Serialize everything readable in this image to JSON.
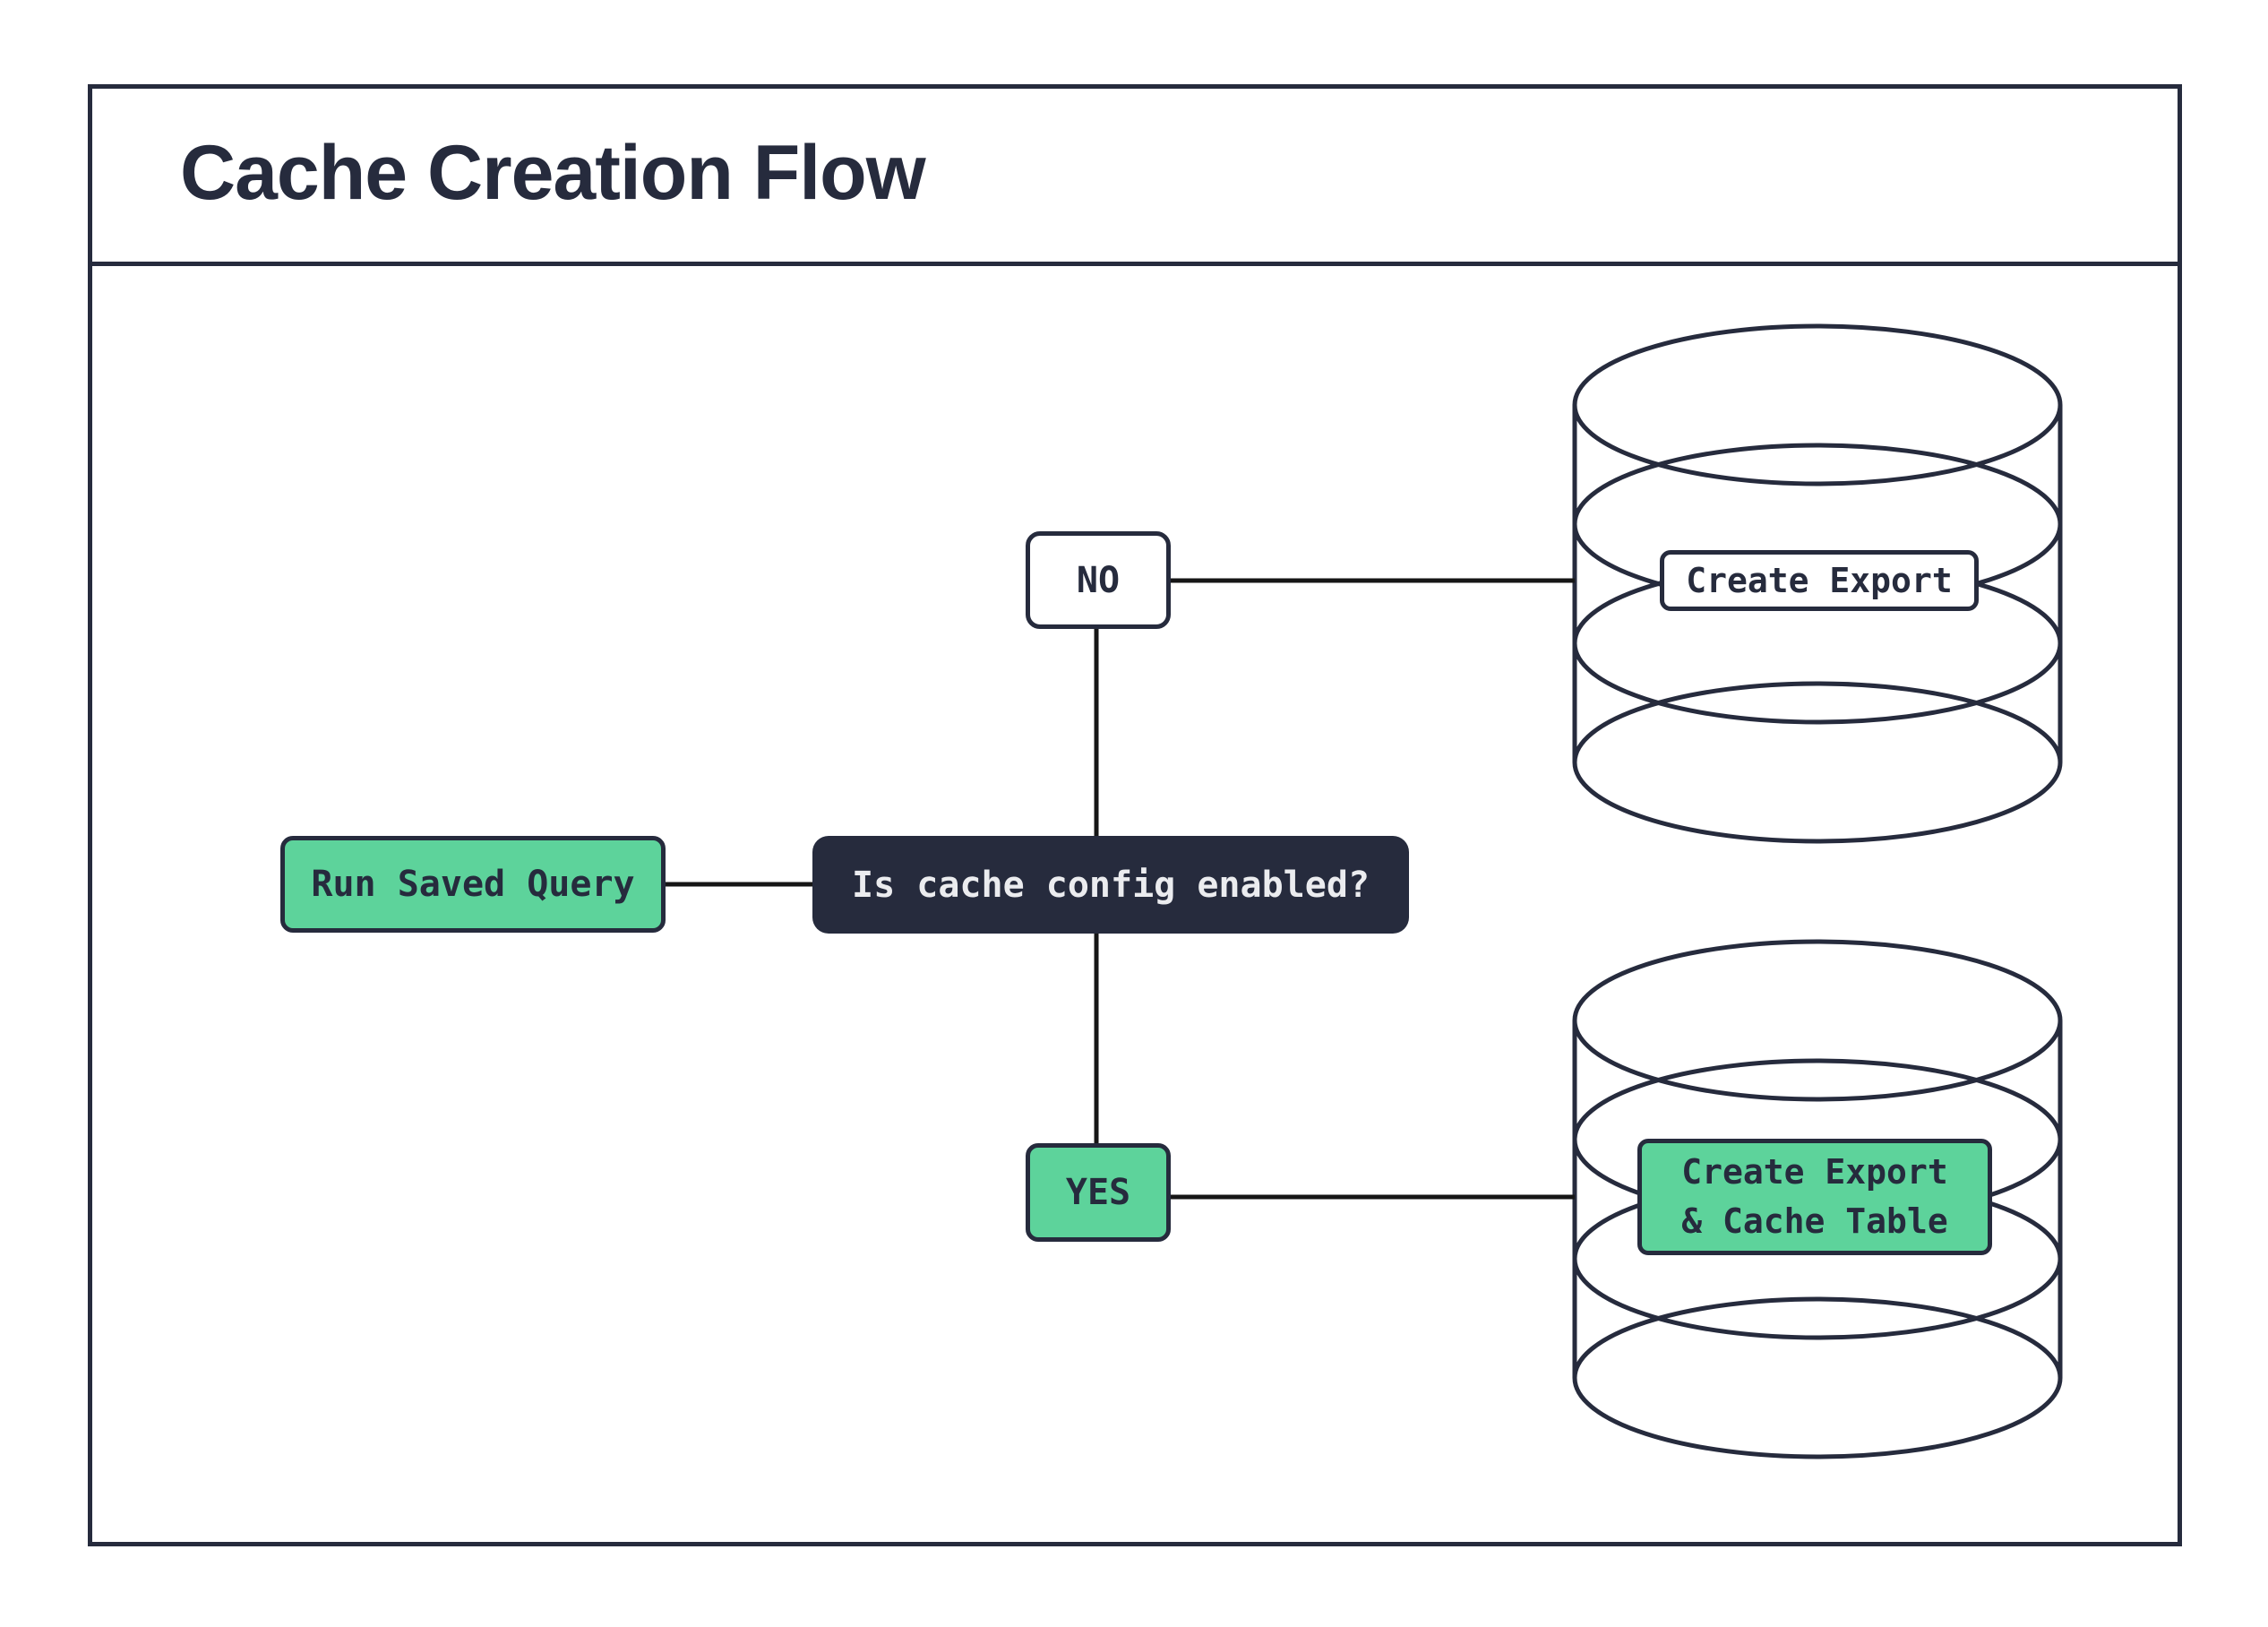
{
  "title": "Cache Creation Flow",
  "colors": {
    "dark_navy": "#262b3d",
    "accent_green": "#5dd39b",
    "connector_black": "#161616",
    "box_text_light": "#ebecef",
    "paper": "#ffffff"
  },
  "flowchart": {
    "nodes": {
      "start": {
        "label": "Run Saved Query"
      },
      "decision": {
        "label": "Is cache config enabled?"
      },
      "branch_no": {
        "label": "NO"
      },
      "branch_yes": {
        "label": "YES"
      },
      "outcome_no": {
        "label": "Create Export",
        "icon": "database-cylinder-icon"
      },
      "outcome_yes": {
        "label_line1": "Create Export",
        "label_line2": "& Cache Table",
        "icon": "database-cylinder-icon"
      }
    }
  }
}
